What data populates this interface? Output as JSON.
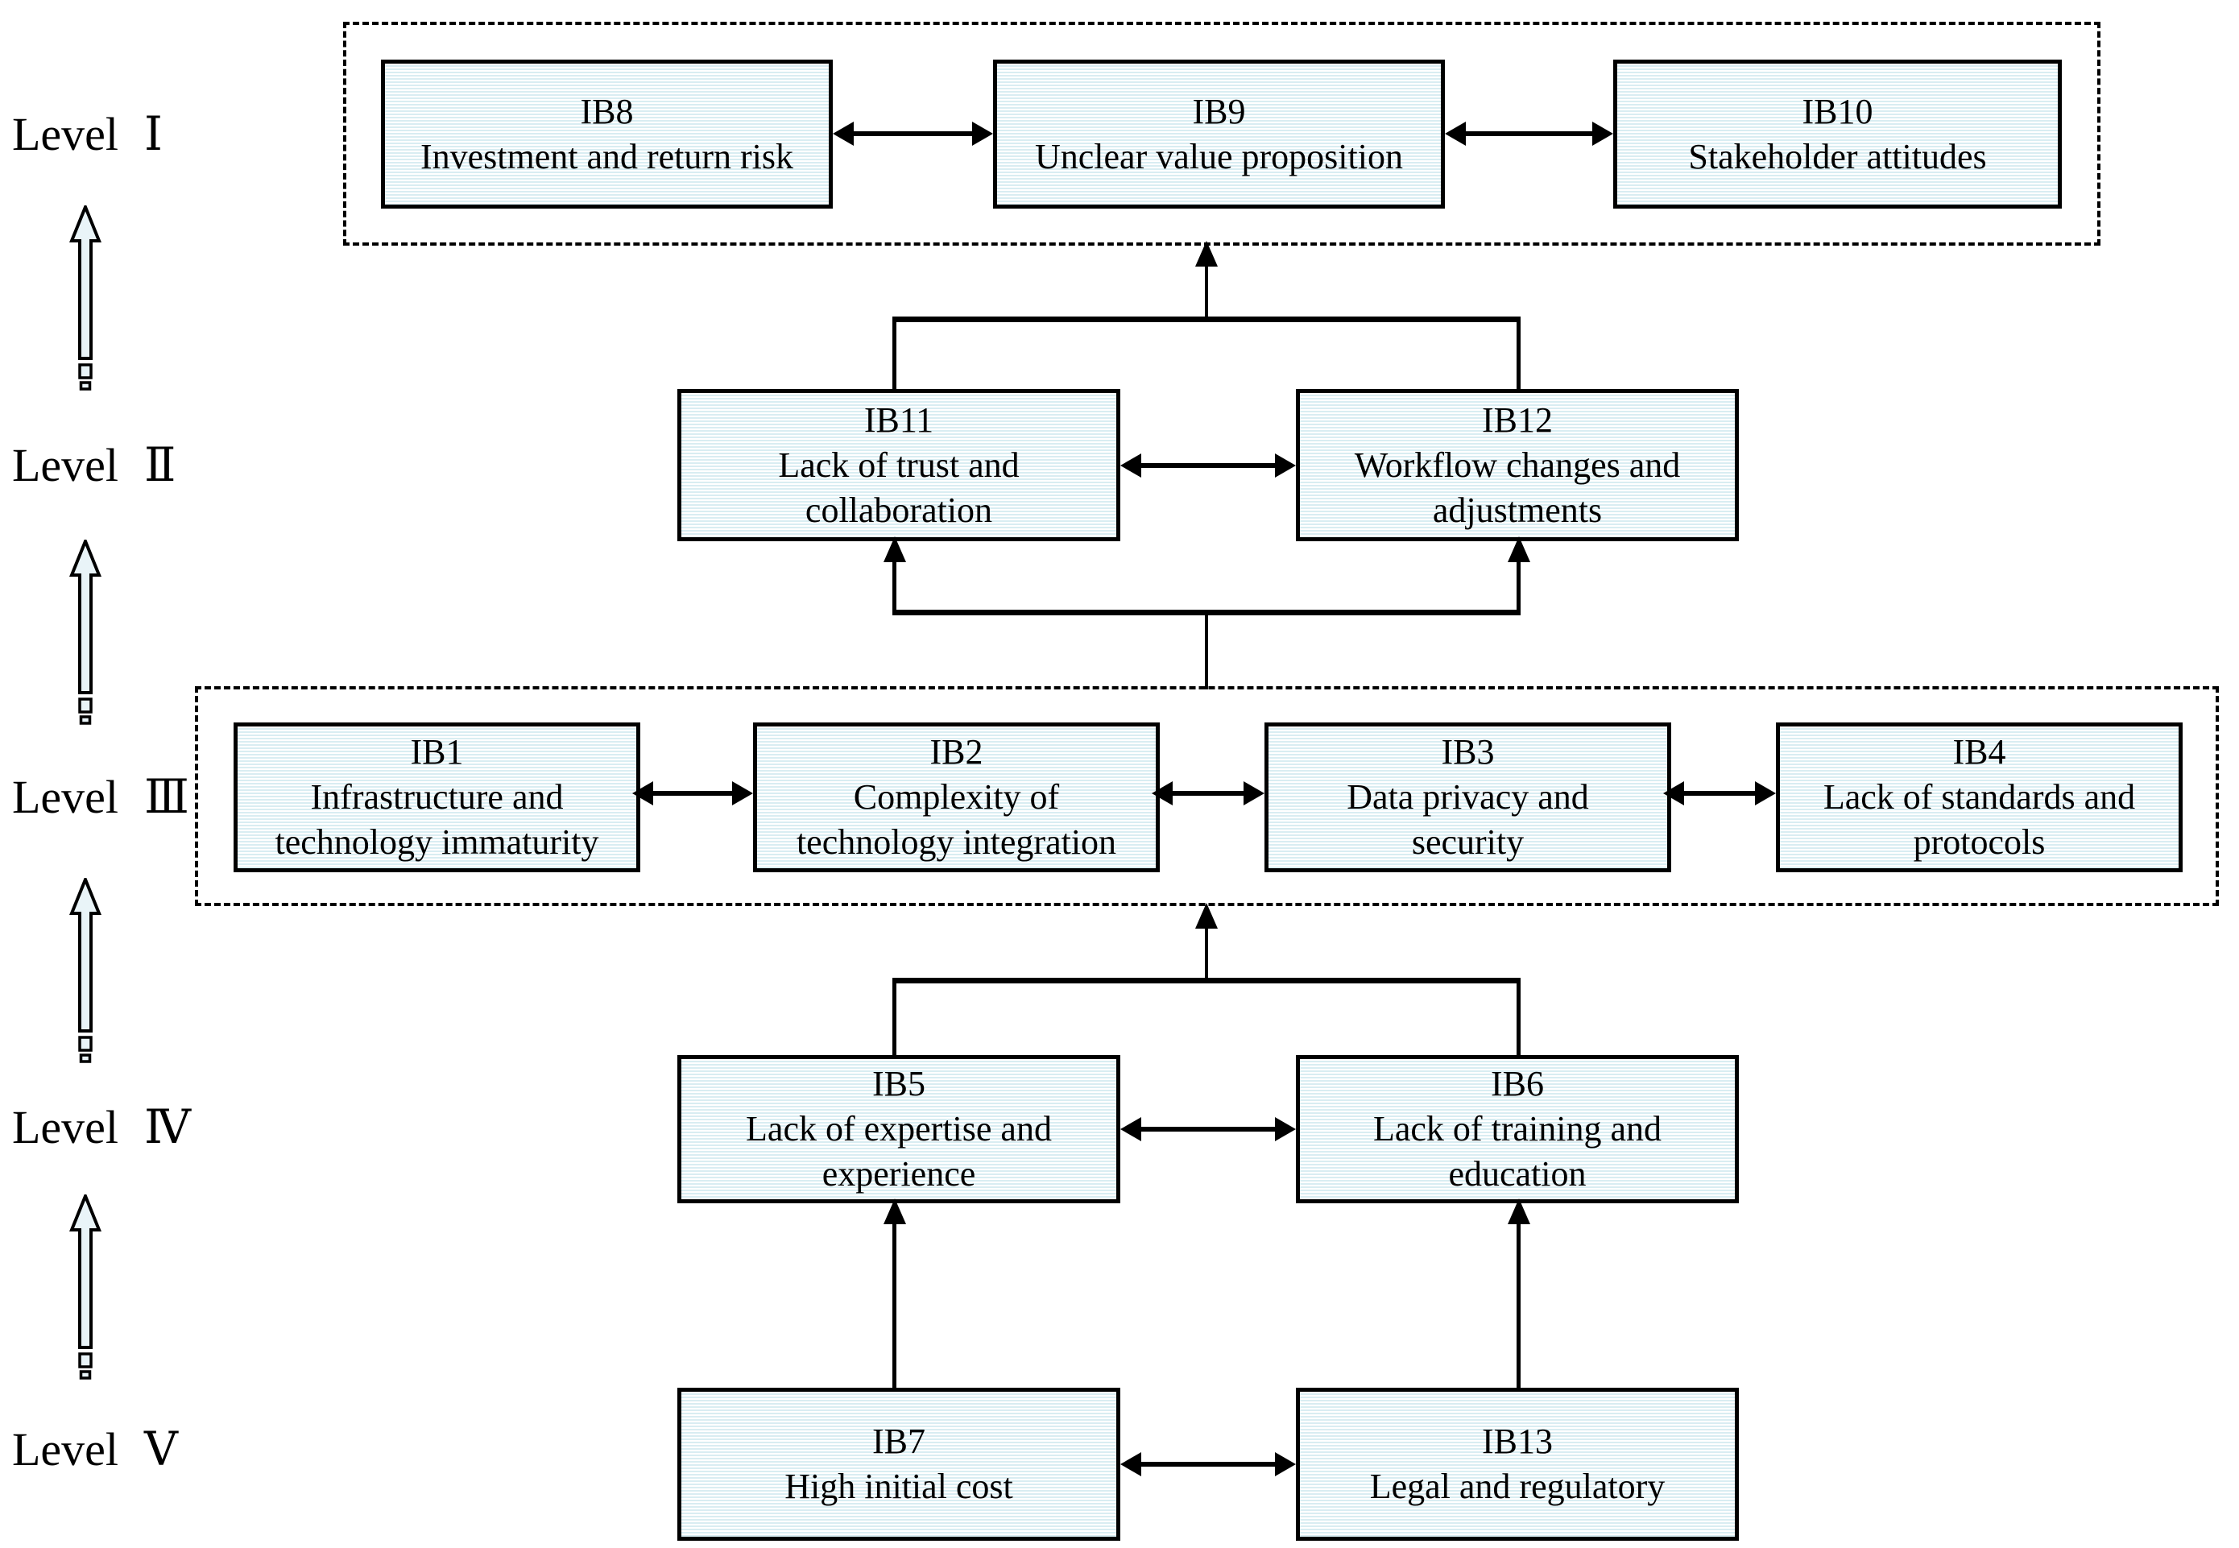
{
  "colors": {
    "background": "#ffffff",
    "box_stripe": "#d9edf2",
    "box_border": "#000000",
    "line": "#000000",
    "rail_arrow_fill": "#e9f4f8"
  },
  "levels": [
    {
      "word": "Level",
      "numeral": "Ⅰ"
    },
    {
      "word": "Level",
      "numeral": "Ⅱ"
    },
    {
      "word": "Level",
      "numeral": "Ⅲ"
    },
    {
      "word": "Level",
      "numeral": "Ⅳ"
    },
    {
      "word": "Level",
      "numeral": "Ⅴ"
    }
  ],
  "nodes": {
    "ib8": {
      "id": "IB8",
      "desc": "Investment and return risk"
    },
    "ib9": {
      "id": "IB9",
      "desc": "Unclear value proposition"
    },
    "ib10": {
      "id": "IB10",
      "desc": "Stakeholder attitudes"
    },
    "ib11": {
      "id": "IB11",
      "desc": "Lack of trust and\ncollaboration"
    },
    "ib12": {
      "id": "IB12",
      "desc": "Workflow changes and\nadjustments"
    },
    "ib1": {
      "id": "IB1",
      "desc": "Infrastructure and\ntechnology immaturity"
    },
    "ib2": {
      "id": "IB2",
      "desc": "Complexity of\ntechnology integration"
    },
    "ib3": {
      "id": "IB3",
      "desc": "Data privacy and\nsecurity"
    },
    "ib4": {
      "id": "IB4",
      "desc": "Lack of standards and\nprotocols"
    },
    "ib5": {
      "id": "IB5",
      "desc": "Lack of expertise and\nexperience"
    },
    "ib6": {
      "id": "IB6",
      "desc": "Lack of training and\neducation"
    },
    "ib7": {
      "id": "IB7",
      "desc": "High initial cost"
    },
    "ib13": {
      "id": "IB13",
      "desc": "Legal and regulatory"
    }
  }
}
